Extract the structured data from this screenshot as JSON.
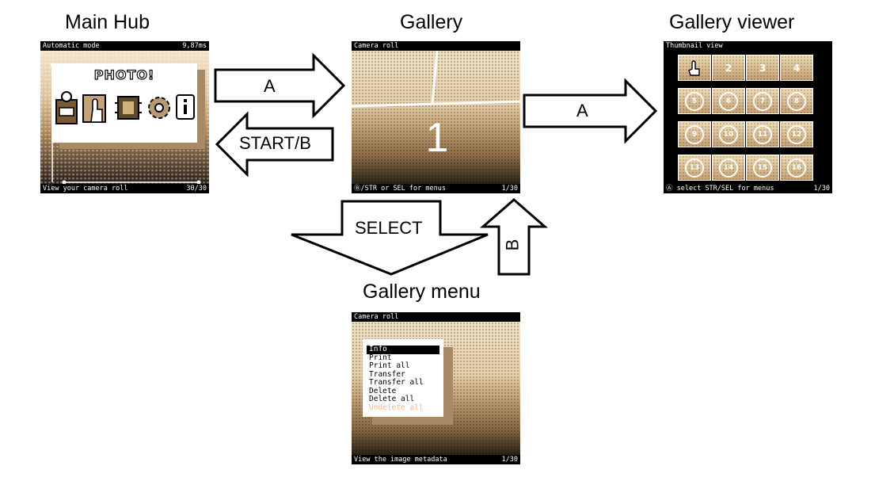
{
  "titles": {
    "main_hub": "Main Hub",
    "gallery": "Gallery",
    "gallery_viewer": "Gallery viewer",
    "gallery_menu": "Gallery menu"
  },
  "main_hub_screen": {
    "top_left": "Automatic mode",
    "top_right": "9,87ms",
    "logo": "PHOTO!",
    "bottom_left": "View your camera roll",
    "bottom_right": "30/30",
    "icons": [
      "camera-icon",
      "gallery-hand-icon",
      "chip-icon",
      "gear-icon",
      "info-icon"
    ]
  },
  "gallery_screen": {
    "top_left": "Camera roll",
    "number": "1",
    "bottom_left": "Ⓑ/STR or SEL for menus",
    "bottom_right": "1/30"
  },
  "viewer_screen": {
    "top_left": "Thumbnail view",
    "tiles": [
      "",
      "2",
      "3",
      "4",
      "5",
      "6",
      "7",
      "8",
      "9",
      "10",
      "11",
      "12",
      "13",
      "14",
      "15",
      "16"
    ],
    "bottom_left": "Ⓐ select STR/SEL for menus",
    "bottom_right": "1/30"
  },
  "menu_screen": {
    "top_left": "Camera roll",
    "items": [
      "Info",
      "Print",
      "Print all",
      "Transfer",
      "Transfer all",
      "Delete",
      "Delete all",
      "Undelete all"
    ],
    "selected": "Info",
    "bottom_left": "View the image metadata",
    "bottom_right": "1/30"
  },
  "arrows": {
    "hub_to_gallery": "A",
    "gallery_to_hub": "START/B",
    "gallery_to_viewer": "A",
    "gallery_to_menu": "SELECT",
    "menu_to_gallery": "B"
  }
}
